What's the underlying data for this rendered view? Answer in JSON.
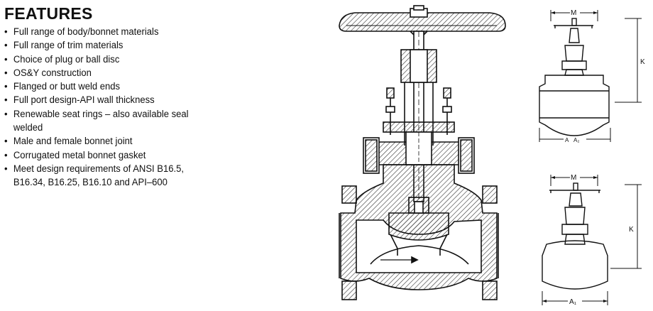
{
  "features": {
    "title": "FEATURES",
    "items": [
      "Full range of body/bonnet materials",
      "Full range of trim materials",
      "Choice of plug or ball disc",
      "OS&Y construction",
      "Flanged or butt weld ends",
      "Full port design-API wall thickness",
      "Renewable seat rings – also available seal",
      "welded",
      "Male and female bonnet joint",
      "Corrugated metal bonnet gasket",
      "Meet design requirements of ANSI B16.5,",
      "B16.34, B16.25, B16.10 and API–600"
    ]
  },
  "diagram_labels": {
    "flanged": {
      "m": "M",
      "k": "K",
      "a": "A",
      "a2": "A₂"
    },
    "weld": {
      "m": "M",
      "k": "K",
      "a1": "A₁"
    }
  },
  "colors": {
    "ink": "#111111",
    "hatch": "#333333"
  }
}
